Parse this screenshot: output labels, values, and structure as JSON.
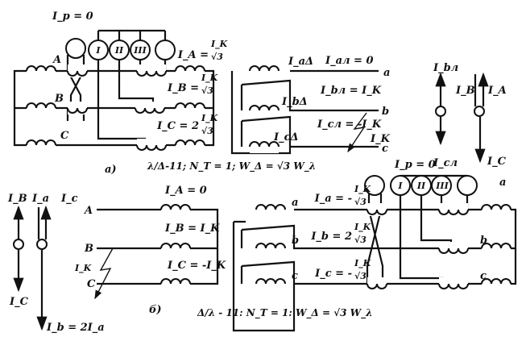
{
  "part_a": {
    "label": "а)",
    "caption": "λ/Δ-11; N_T = 1; W_Δ = √3 W_λ",
    "relay_current": "I_p = 0",
    "phase_labels": [
      "A",
      "B",
      "C"
    ],
    "meter_labels": [
      "I",
      "II",
      "III"
    ],
    "I_A": {
      "lhs": "I_A =",
      "num": "I_K",
      "den": "√3"
    },
    "I_B": {
      "lhs": "I_B =",
      "num": "I_K",
      "den": "√3"
    },
    "I_C": {
      "lhs": "I_C = 2",
      "num": "I_K",
      "den": "√3"
    },
    "delta_side": {
      "I_aD": "I_aΔ",
      "I_al": "I_aл = 0",
      "I_bD": "I_bΔ",
      "I_bl": "I_bл = I_K",
      "I_cl": "I_cл = -I_K",
      "I_cD": "I_cΔ",
      "I_k": "I_K",
      "terminals": [
        "a",
        "b",
        "c"
      ]
    },
    "vectors": {
      "left": {
        "up": "I_bл",
        "down": "I_cл"
      },
      "right": {
        "up_left": "I_B",
        "up_right": "I_A",
        "down": "I_C"
      }
    }
  },
  "part_b": {
    "label": "б)",
    "caption": "Δ/λ - 11: N_T = 1: W_Δ = √3 W_λ",
    "relay_current": "I_p = 0",
    "phase_labels": [
      "A",
      "B",
      "C"
    ],
    "meter_labels": [
      "I",
      "II",
      "III"
    ],
    "I_A": "I_A = 0",
    "I_B": "I_B = I_K",
    "I_C": "I_C = -I_K",
    "I_k": "I_K",
    "I_a": {
      "lhs": "I_a = -",
      "num": "I_K",
      "den": "√3"
    },
    "I_b": {
      "lhs": "I_b = 2",
      "num": "I_K",
      "den": "√3"
    },
    "I_c": {
      "lhs": "I_c = -",
      "num": "I_K",
      "den": "√3"
    },
    "terminals": [
      "a",
      "b",
      "c"
    ],
    "right_terminals": [
      "a",
      "b",
      "c"
    ],
    "vectors": {
      "left": {
        "up": "I_B",
        "down": "I_C"
      },
      "right": {
        "up_left": "I_a",
        "up_right": "I_c",
        "down": "I_b = 2I_a"
      }
    }
  }
}
